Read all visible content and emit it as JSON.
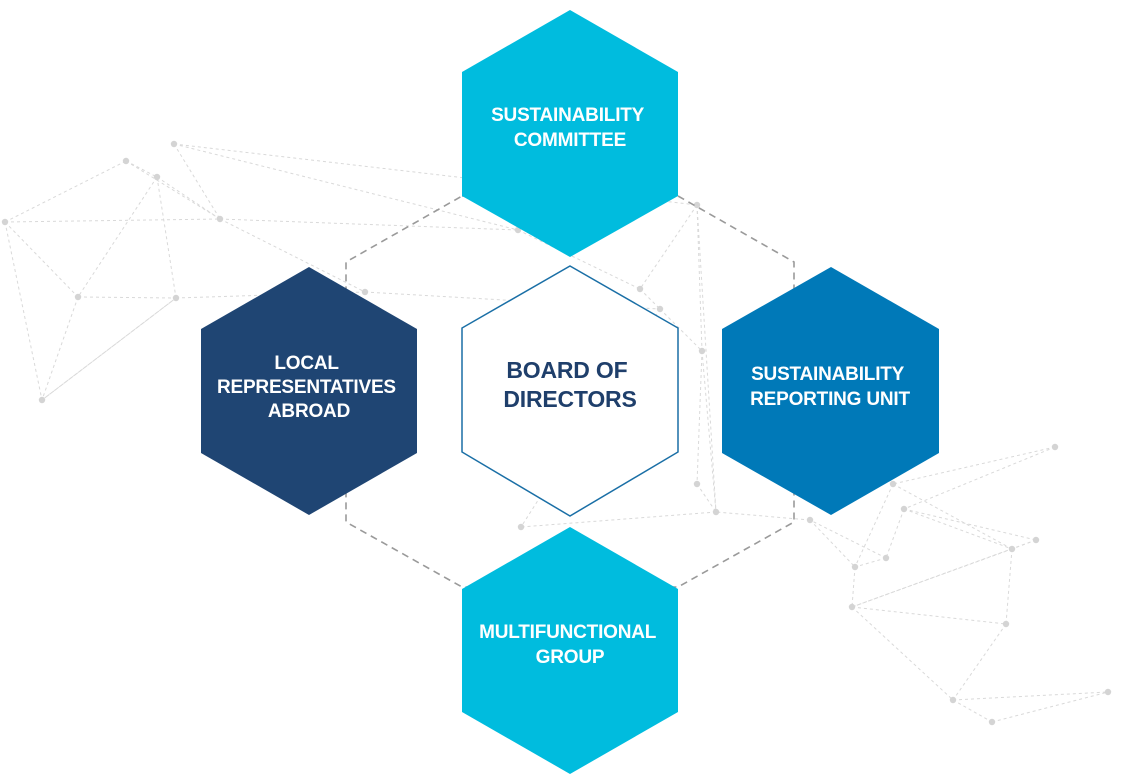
{
  "nodes": {
    "sustainability_committee": {
      "lines": [
        "SUSTAINABILITY",
        "COMMITTEE"
      ],
      "fill": "#00BCDE",
      "text_color": "#FFFFFF"
    },
    "local_representatives": {
      "lines": [
        "LOCAL",
        "REPRESENTATIVES",
        "ABROAD"
      ],
      "fill": "#1F4573",
      "text_color": "#FFFFFF"
    },
    "board_of_directors": {
      "lines": [
        "BOARD OF",
        "DIRECTORS"
      ],
      "fill": "#FFFFFF",
      "stroke": "#1A6FA6",
      "text_color": "#1F3F6B"
    },
    "sustainability_reporting_unit": {
      "lines": [
        "SUSTAINABILITY",
        "REPORTING UNIT"
      ],
      "fill": "#0079B8",
      "text_color": "#FFFFFF"
    },
    "multifunctional_group": {
      "lines": [
        "MULTIFUNCTIONAL",
        "GROUP"
      ],
      "fill": "#00BCDE",
      "text_color": "#FFFFFF"
    }
  },
  "colors": {
    "dashed_connector": "#9A9A9A",
    "network_line": "#D9D9D9",
    "network_dot": "#D4D4D4"
  }
}
